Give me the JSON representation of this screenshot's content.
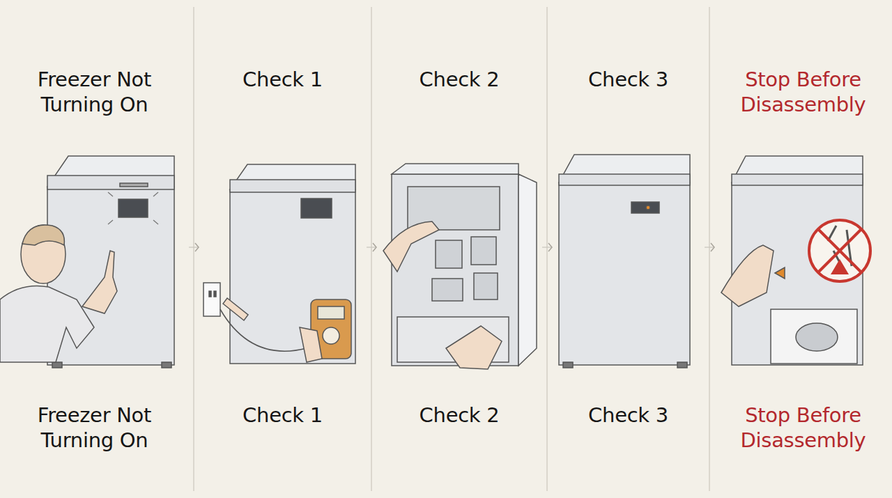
{
  "diagram": {
    "nodes": [
      {
        "text": [
          "Freezer Not Turning On",
          "Freezer Not Turning On"
        ]
      },
      {
        "text": [
          "Check 1",
          "Check 1"
        ]
      },
      {
        "text": [
          "Check 2",
          "Check 2"
        ]
      },
      {
        "text": [
          "Check 3",
          "Check 3"
        ]
      },
      {
        "text": [
          "Stop Before Disassembly",
          "Stop Before Disassembly"
        ]
      }
    ],
    "edges": [
      {
        "from": 0,
        "to": 1,
        "arrow": "to"
      },
      {
        "from": 1,
        "to": 2,
        "arrow": "to"
      },
      {
        "from": 2,
        "to": 3,
        "arrow": "to"
      },
      {
        "from": 3,
        "to": 4,
        "arrow": "to"
      }
    ]
  }
}
